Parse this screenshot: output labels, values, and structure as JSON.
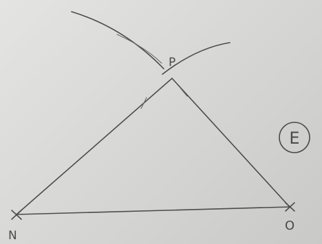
{
  "diagram": {
    "vertices": {
      "p": "P",
      "n": "N",
      "o": "O"
    },
    "badge": "E"
  }
}
